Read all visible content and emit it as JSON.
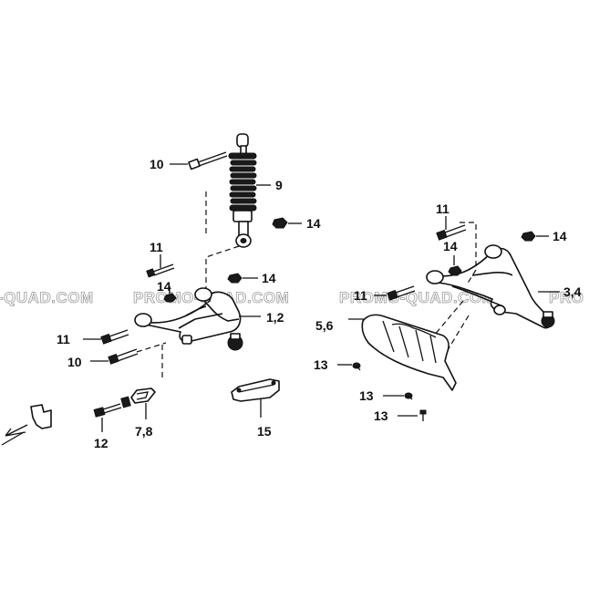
{
  "labels": {
    "bolt_10_shock": "10",
    "shock_9": "9",
    "nut_14_shock": "14",
    "bolt_11_left": "11",
    "nut_14_left_top": "14",
    "nut_14_left_small": "14",
    "arm_1_2": "1,2",
    "bolt_11_left_low": "11",
    "bolt_10_left_low": "10",
    "clip_7_8": "7,8",
    "bolt_12": "12",
    "bracket_15": "15",
    "bolt_11_right": "11",
    "nut_14_right_small": "14",
    "nut_14_right_top": "14",
    "bolt_11_right_mid": "11",
    "arm_3_4": "3,4",
    "guard_5_6": "5,6",
    "screw_13_a": "13",
    "screw_13_b": "13",
    "screw_13_c": "13"
  },
  "watermark": {
    "segments": [
      "-QUAD.COM",
      "PROMO-QUAD.COM",
      "PROMO-QUAD.COM",
      "PRO"
    ]
  }
}
